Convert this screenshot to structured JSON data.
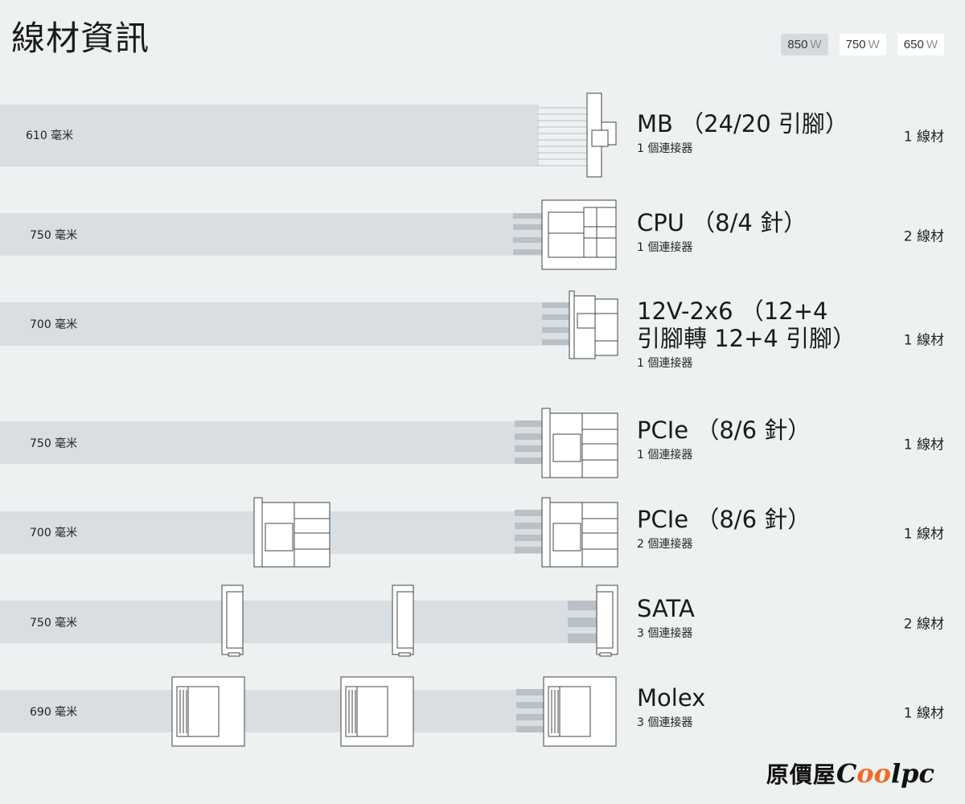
{
  "page": {
    "title": "線材資訊"
  },
  "tabs": [
    {
      "value": "850",
      "unit": "W",
      "active": true
    },
    {
      "value": "750",
      "unit": "W",
      "active": false
    },
    {
      "value": "650",
      "unit": "W",
      "active": false
    }
  ],
  "cables": [
    {
      "length": "610 毫米",
      "name": "MB （24/20 引腳）",
      "connectors": "1 個連接器",
      "quantity": "1 線材"
    },
    {
      "length": "750 毫米",
      "name": "CPU （8/4 針）",
      "connectors": "1 個連接器",
      "quantity": "2 線材"
    },
    {
      "length": "700 毫米",
      "name": "12V-2x6 （12+4 引腳轉 12+4 引腳）",
      "connectors": "1 個連接器",
      "quantity": "1 線材"
    },
    {
      "length": "750 毫米",
      "name": "PCIe （8/6 針）",
      "connectors": "1 個連接器",
      "quantity": "1 線材"
    },
    {
      "length": "700 毫米",
      "name": "PCIe （8/6 針）",
      "connectors": "2 個連接器",
      "quantity": "1 線材"
    },
    {
      "length": "750 毫米",
      "name": "SATA",
      "connectors": "3 個連接器",
      "quantity": "2 線材"
    },
    {
      "length": "690 毫米",
      "name": "Molex",
      "connectors": "3 個連接器",
      "quantity": "1 線材"
    }
  ],
  "logo": {
    "chinese": "原價屋",
    "c": "C",
    "oo": "oo",
    "rest": "lpc"
  },
  "colors": {
    "background": "#eef1f1",
    "cable": "#d9dee3",
    "wire": "#b9c0c6",
    "active_tab": "#d5dadf",
    "logo_accent": "#f26a22"
  }
}
